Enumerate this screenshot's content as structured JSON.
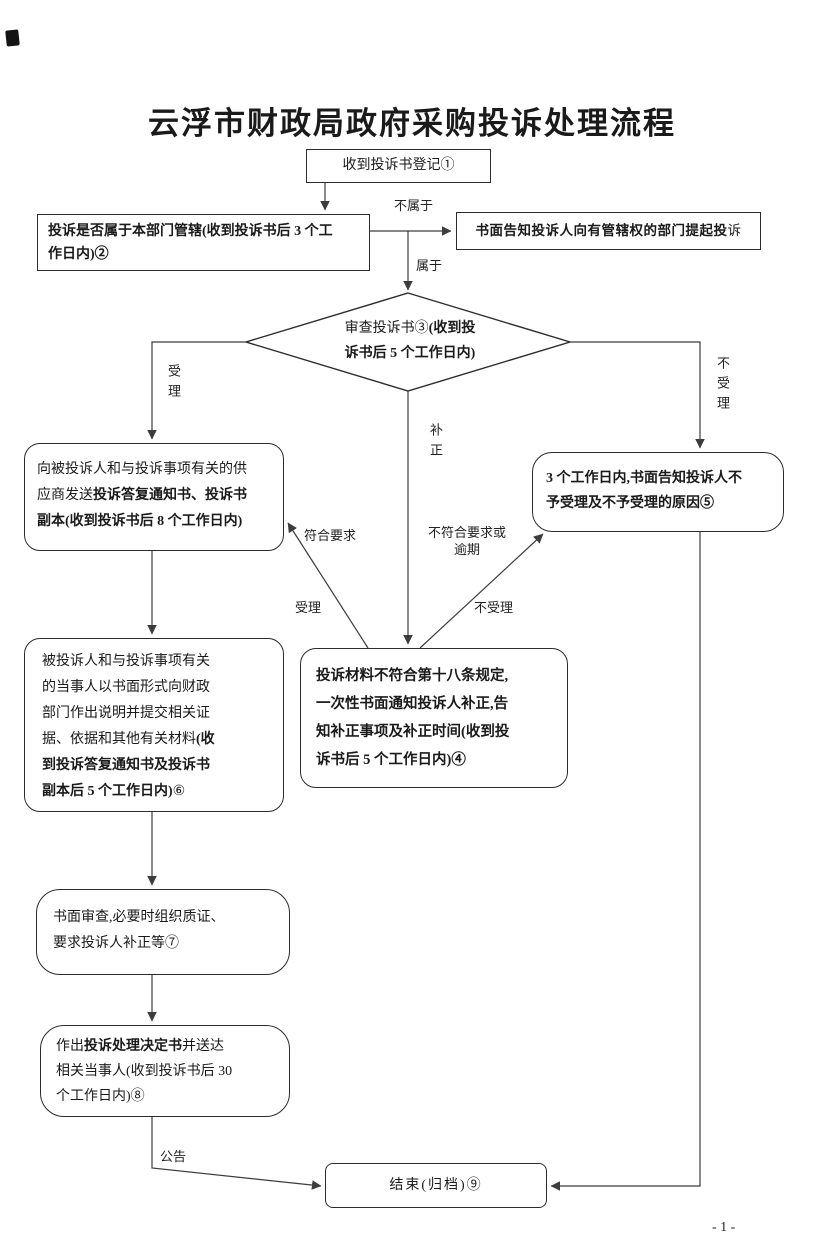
{
  "page": {
    "title": "云浮市财政局政府采购投诉处理流程",
    "page_number": "- 1 -"
  },
  "nodes": {
    "register": {
      "segments": [
        {
          "t": "收到投诉书登记①",
          "b": false
        }
      ]
    },
    "jurisdiction_check": {
      "segments": [
        {
          "t": "投诉是否属于本部门管辖(收到投诉书后 3 个工\n作日内)②",
          "b": true
        }
      ]
    },
    "notify_other_dept": {
      "segments": [
        {
          "t": "书面告知投诉人向有管辖权的部门提起投",
          "b": true
        },
        {
          "t": "诉",
          "b": false
        }
      ]
    },
    "review": {
      "segments": [
        {
          "t": "审查投诉书③",
          "b": false
        },
        {
          "t": "(收到投\n诉书后 5 个工作日内)",
          "b": true
        }
      ]
    },
    "send_reply_notice": {
      "segments": [
        {
          "t": "向被投诉人和与投诉事项有关的供\n应商发送",
          "b": false
        },
        {
          "t": "投诉答复通知书、投诉书\n副本(收到投诉书后 8 个工作日内)",
          "b": true
        }
      ]
    },
    "reject_notice": {
      "segments": [
        {
          "t": "3 个工作日内,书面告知投诉人不\n予受理及不予受理的原因⑤",
          "b": true
        }
      ]
    },
    "supplement_notice": {
      "segments": [
        {
          "t": "投诉材料不符合第十八条规定,\n一次性书面通知投诉人补正,告\n知补正事项及补正时间(收到投\n诉书后 5 个工作日内)④",
          "b": true
        }
      ]
    },
    "respondent_submit": {
      "segments": [
        {
          "t": "被投诉人和与投诉事项有关\n的当事人以书面形式向财政\n部门作出说明并提交相关证\n据、依据和其他有关材料",
          "b": false
        },
        {
          "t": "(收\n到投诉答复通知书及投诉书\n副本后 5 个工作日内)",
          "b": true
        },
        {
          "t": "⑥",
          "b": false
        }
      ]
    },
    "written_review": {
      "segments": [
        {
          "t": "书面审查,必要时组织质证、\n要求投诉人补正等⑦",
          "b": false
        }
      ]
    },
    "decision": {
      "segments": [
        {
          "t": "作出",
          "b": false
        },
        {
          "t": "投诉处理决定书",
          "b": true
        },
        {
          "t": "并送达\n相关当事人(收到投诉书后 30\n个工作日内)⑧",
          "b": false
        }
      ]
    },
    "end": {
      "segments": [
        {
          "t": "结束(归档)⑨",
          "b": false
        }
      ]
    }
  },
  "labels": {
    "not_within": "不属于",
    "within": "属于",
    "accept_v": "受理",
    "supplement_v": "补正",
    "reject_v": "不受理",
    "meets_req": "符合要求",
    "accept_h": "受理",
    "not_meets_req": "不符合要求或逾期",
    "reject_h": "不受理",
    "announce": "公告"
  },
  "colors": {
    "line": "#3c3c3c",
    "border": "#2b2b2b",
    "text": "#1a1a1a"
  }
}
